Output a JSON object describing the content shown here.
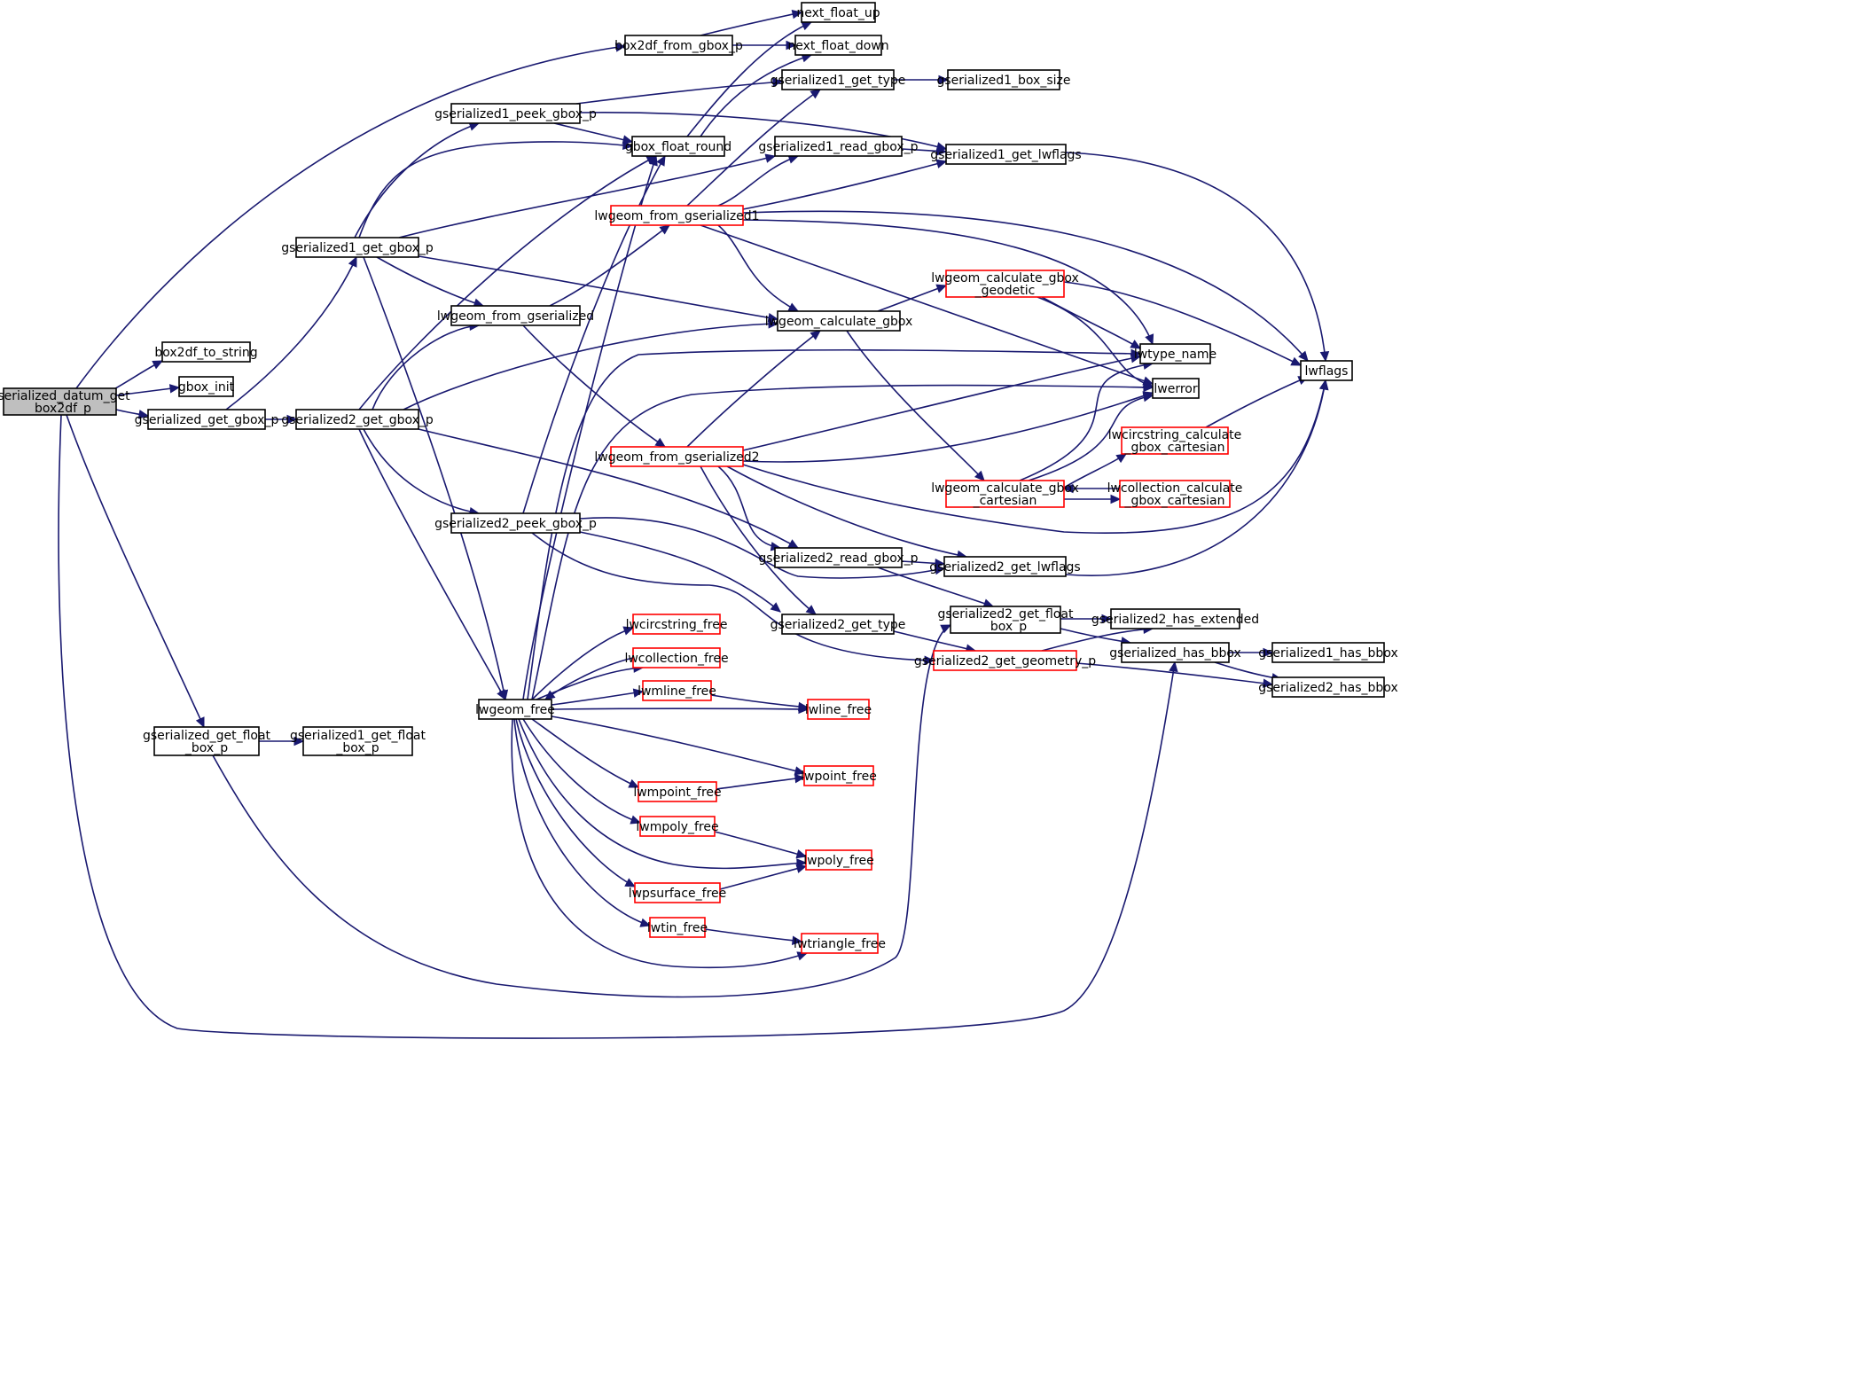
{
  "graph": {
    "root": "gserialized_datum_get_box2df_p",
    "colors": {
      "edge": "#191970",
      "node_border": "#000000",
      "node_border_incomplete": "#ff0000",
      "root_fill": "#bfbfbf",
      "node_fill": "#ffffff"
    },
    "nodes": [
      {
        "id": "gserialized_datum_get_box2df_p",
        "lines": [
          "gserialized_datum_get",
          "_box2df_p"
        ],
        "style": "root"
      },
      {
        "id": "box2df_from_gbox_p",
        "lines": [
          "box2df_from_gbox_p"
        ],
        "style": "normal"
      },
      {
        "id": "box2df_to_string",
        "lines": [
          "box2df_to_string"
        ],
        "style": "normal"
      },
      {
        "id": "gbox_init",
        "lines": [
          "gbox_init"
        ],
        "style": "normal"
      },
      {
        "id": "gserialized_get_gbox_p",
        "lines": [
          "gserialized_get_gbox_p"
        ],
        "style": "normal"
      },
      {
        "id": "gserialized_get_float_box_p",
        "lines": [
          "gserialized_get_float",
          "_box_p"
        ],
        "style": "normal"
      },
      {
        "id": "gserialized1_get_gbox_p",
        "lines": [
          "gserialized1_get_gbox_p"
        ],
        "style": "normal"
      },
      {
        "id": "gserialized2_get_gbox_p",
        "lines": [
          "gserialized2_get_gbox_p"
        ],
        "style": "normal"
      },
      {
        "id": "gserialized1_get_float_box_p",
        "lines": [
          "gserialized1_get_float",
          "_box_p"
        ],
        "style": "normal"
      },
      {
        "id": "gserialized1_peek_gbox_p",
        "lines": [
          "gserialized1_peek_gbox_p"
        ],
        "style": "normal"
      },
      {
        "id": "lwgeom_from_gserialized",
        "lines": [
          "lwgeom_from_gserialized"
        ],
        "style": "normal"
      },
      {
        "id": "gserialized2_peek_gbox_p",
        "lines": [
          "gserialized2_peek_gbox_p"
        ],
        "style": "normal"
      },
      {
        "id": "lwgeom_free",
        "lines": [
          "lwgeom_free"
        ],
        "style": "normal"
      },
      {
        "id": "next_float_up",
        "lines": [
          "next_float_up"
        ],
        "style": "normal"
      },
      {
        "id": "next_float_down",
        "lines": [
          "next_float_down"
        ],
        "style": "normal"
      },
      {
        "id": "gserialized1_get_type",
        "lines": [
          "gserialized1_get_type"
        ],
        "style": "normal"
      },
      {
        "id": "gbox_float_round",
        "lines": [
          "gbox_float_round"
        ],
        "style": "normal"
      },
      {
        "id": "gserialized1_read_gbox_p",
        "lines": [
          "gserialized1_read_gbox_p"
        ],
        "style": "normal"
      },
      {
        "id": "lwgeom_from_gserialized1",
        "lines": [
          "lwgeom_from_gserialized1"
        ],
        "style": "red"
      },
      {
        "id": "lwgeom_calculate_gbox",
        "lines": [
          "lwgeom_calculate_gbox"
        ],
        "style": "normal"
      },
      {
        "id": "lwgeom_from_gserialized2",
        "lines": [
          "lwgeom_from_gserialized2"
        ],
        "style": "red"
      },
      {
        "id": "gserialized2_read_gbox_p",
        "lines": [
          "gserialized2_read_gbox_p"
        ],
        "style": "normal"
      },
      {
        "id": "gserialized2_get_type",
        "lines": [
          "gserialized2_get_type"
        ],
        "style": "normal"
      },
      {
        "id": "lwcircstring_free",
        "lines": [
          "lwcircstring_free"
        ],
        "style": "red"
      },
      {
        "id": "lwcollection_free",
        "lines": [
          "lwcollection_free"
        ],
        "style": "red"
      },
      {
        "id": "lwmline_free",
        "lines": [
          "lwmline_free"
        ],
        "style": "red"
      },
      {
        "id": "lwline_free",
        "lines": [
          "lwline_free"
        ],
        "style": "red"
      },
      {
        "id": "lwpoint_free",
        "lines": [
          "lwpoint_free"
        ],
        "style": "red"
      },
      {
        "id": "lwmpoint_free",
        "lines": [
          "lwmpoint_free"
        ],
        "style": "red"
      },
      {
        "id": "lwmpoly_free",
        "lines": [
          "lwmpoly_free"
        ],
        "style": "red"
      },
      {
        "id": "lwpoly_free",
        "lines": [
          "lwpoly_free"
        ],
        "style": "red"
      },
      {
        "id": "lwpsurface_free",
        "lines": [
          "lwpsurface_free"
        ],
        "style": "red"
      },
      {
        "id": "lwtin_free",
        "lines": [
          "lwtin_free"
        ],
        "style": "red"
      },
      {
        "id": "lwtriangle_free",
        "lines": [
          "lwtriangle_free"
        ],
        "style": "red"
      },
      {
        "id": "gserialized1_box_size",
        "lines": [
          "gserialized1_box_size"
        ],
        "style": "normal"
      },
      {
        "id": "gserialized1_get_lwflags",
        "lines": [
          "gserialized1_get_lwflags"
        ],
        "style": "normal"
      },
      {
        "id": "lwgeom_calculate_gbox_geodetic",
        "lines": [
          "lwgeom_calculate_gbox",
          "_geodetic"
        ],
        "style": "red"
      },
      {
        "id": "lwtype_name",
        "lines": [
          "lwtype_name"
        ],
        "style": "normal"
      },
      {
        "id": "lwerror",
        "lines": [
          "lwerror"
        ],
        "style": "normal"
      },
      {
        "id": "lwflags",
        "lines": [
          "lwflags"
        ],
        "style": "normal"
      },
      {
        "id": "lwcircstring_calculate_gbox_cartesian",
        "lines": [
          "lwcircstring_calculate",
          "_gbox_cartesian"
        ],
        "style": "red"
      },
      {
        "id": "lwgeom_calculate_gbox_cartesian",
        "lines": [
          "lwgeom_calculate_gbox",
          "_cartesian"
        ],
        "style": "red"
      },
      {
        "id": "lwcollection_calculate_gbox_cartesian",
        "lines": [
          "lwcollection_calculate",
          "_gbox_cartesian"
        ],
        "style": "red"
      },
      {
        "id": "gserialized2_get_lwflags",
        "lines": [
          "gserialized2_get_lwflags"
        ],
        "style": "normal"
      },
      {
        "id": "gserialized2_get_float_box_p",
        "lines": [
          "gserialized2_get_float",
          "_box_p"
        ],
        "style": "normal"
      },
      {
        "id": "gserialized2_has_extended",
        "lines": [
          "gserialized2_has_extended"
        ],
        "style": "normal"
      },
      {
        "id": "gserialized_has_bbox",
        "lines": [
          "gserialized_has_bbox"
        ],
        "style": "normal"
      },
      {
        "id": "gserialized2_get_geometry_p",
        "lines": [
          "gserialized2_get_geometry_p"
        ],
        "style": "red"
      },
      {
        "id": "gserialized1_has_bbox",
        "lines": [
          "gserialized1_has_bbox"
        ],
        "style": "normal"
      },
      {
        "id": "gserialized2_has_bbox",
        "lines": [
          "gserialized2_has_bbox"
        ],
        "style": "normal"
      }
    ],
    "edges": [
      [
        "gserialized_datum_get_box2df_p",
        "box2df_from_gbox_p"
      ],
      [
        "gserialized_datum_get_box2df_p",
        "box2df_to_string"
      ],
      [
        "gserialized_datum_get_box2df_p",
        "gbox_init"
      ],
      [
        "gserialized_datum_get_box2df_p",
        "gserialized_get_gbox_p"
      ],
      [
        "gserialized_datum_get_box2df_p",
        "gserialized_get_float_box_p"
      ],
      [
        "gserialized_datum_get_box2df_p",
        "gserialized_has_bbox"
      ],
      [
        "box2df_from_gbox_p",
        "next_float_up"
      ],
      [
        "box2df_from_gbox_p",
        "next_float_down"
      ],
      [
        "gserialized_get_gbox_p",
        "gserialized1_get_gbox_p"
      ],
      [
        "gserialized_get_gbox_p",
        "gserialized2_get_gbox_p"
      ],
      [
        "gserialized_get_float_box_p",
        "gserialized1_get_float_box_p"
      ],
      [
        "gserialized_get_float_box_p",
        "gserialized2_get_float_box_p"
      ],
      [
        "gserialized1_get_gbox_p",
        "gserialized1_peek_gbox_p"
      ],
      [
        "gserialized1_get_gbox_p",
        "gbox_float_round"
      ],
      [
        "gserialized1_get_gbox_p",
        "gserialized1_read_gbox_p"
      ],
      [
        "gserialized1_get_gbox_p",
        "lwgeom_from_gserialized"
      ],
      [
        "gserialized1_get_gbox_p",
        "lwgeom_calculate_gbox"
      ],
      [
        "gserialized1_get_gbox_p",
        "lwgeom_free"
      ],
      [
        "gserialized2_get_gbox_p",
        "gbox_float_round"
      ],
      [
        "gserialized2_get_gbox_p",
        "lwgeom_from_gserialized"
      ],
      [
        "gserialized2_get_gbox_p",
        "lwgeom_calculate_gbox"
      ],
      [
        "gserialized2_get_gbox_p",
        "gserialized2_peek_gbox_p"
      ],
      [
        "gserialized2_get_gbox_p",
        "gserialized2_read_gbox_p"
      ],
      [
        "gserialized2_get_gbox_p",
        "lwgeom_free"
      ],
      [
        "gserialized1_peek_gbox_p",
        "gserialized1_get_type"
      ],
      [
        "gserialized1_peek_gbox_p",
        "gbox_float_round"
      ],
      [
        "gserialized1_peek_gbox_p",
        "gserialized1_get_lwflags"
      ],
      [
        "gbox_float_round",
        "next_float_up"
      ],
      [
        "gbox_float_round",
        "next_float_down"
      ],
      [
        "gserialized1_get_type",
        "gserialized1_box_size"
      ],
      [
        "gserialized1_read_gbox_p",
        "gserialized1_get_lwflags"
      ],
      [
        "gserialized1_get_lwflags",
        "lwflags"
      ],
      [
        "lwgeom_from_gserialized",
        "lwgeom_from_gserialized1"
      ],
      [
        "lwgeom_from_gserialized",
        "lwgeom_from_gserialized2"
      ],
      [
        "lwgeom_from_gserialized1",
        "gserialized1_get_type"
      ],
      [
        "lwgeom_from_gserialized1",
        "gserialized1_read_gbox_p"
      ],
      [
        "lwgeom_from_gserialized1",
        "gserialized1_get_lwflags"
      ],
      [
        "lwgeom_from_gserialized1",
        "lwgeom_calculate_gbox"
      ],
      [
        "lwgeom_from_gserialized1",
        "lwtype_name"
      ],
      [
        "lwgeom_from_gserialized1",
        "lwerror"
      ],
      [
        "lwgeom_from_gserialized1",
        "lwflags"
      ],
      [
        "lwgeom_calculate_gbox",
        "lwgeom_calculate_gbox_geodetic"
      ],
      [
        "lwgeom_calculate_gbox",
        "lwgeom_calculate_gbox_cartesian"
      ],
      [
        "lwgeom_calculate_gbox_geodetic",
        "lwtype_name"
      ],
      [
        "lwgeom_calculate_gbox_geodetic",
        "lwerror"
      ],
      [
        "lwgeom_calculate_gbox_geodetic",
        "lwflags"
      ],
      [
        "lwgeom_calculate_gbox_cartesian",
        "lwtype_name"
      ],
      [
        "lwgeom_calculate_gbox_cartesian",
        "lwerror"
      ],
      [
        "lwgeom_calculate_gbox_cartesian",
        "lwcircstring_calculate_gbox_cartesian"
      ],
      [
        "lwgeom_calculate_gbox_cartesian",
        "lwcollection_calculate_gbox_cartesian"
      ],
      [
        "lwcollection_calculate_gbox_cartesian",
        "lwgeom_calculate_gbox_cartesian"
      ],
      [
        "lwcircstring_calculate_gbox_cartesian",
        "lwflags"
      ],
      [
        "lwgeom_from_gserialized2",
        "lwgeom_calculate_gbox"
      ],
      [
        "lwgeom_from_gserialized2",
        "lwtype_name"
      ],
      [
        "lwgeom_from_gserialized2",
        "lwerror"
      ],
      [
        "lwgeom_from_gserialized2",
        "lwflags"
      ],
      [
        "lwgeom_from_gserialized2",
        "gserialized2_read_gbox_p"
      ],
      [
        "lwgeom_from_gserialized2",
        "gserialized2_get_lwflags"
      ],
      [
        "lwgeom_from_gserialized2",
        "gserialized2_get_type"
      ],
      [
        "gserialized2_peek_gbox_p",
        "gbox_float_round"
      ],
      [
        "gserialized2_peek_gbox_p",
        "gserialized2_get_lwflags"
      ],
      [
        "gserialized2_peek_gbox_p",
        "gserialized2_get_type"
      ],
      [
        "gserialized2_peek_gbox_p",
        "gserialized2_get_geometry_p"
      ],
      [
        "gserialized2_read_gbox_p",
        "gserialized2_get_lwflags"
      ],
      [
        "gserialized2_read_gbox_p",
        "gserialized2_get_float_box_p"
      ],
      [
        "gserialized2_get_lwflags",
        "lwflags"
      ],
      [
        "gserialized2_get_type",
        "gserialized2_get_geometry_p"
      ],
      [
        "gserialized2_get_float_box_p",
        "gserialized2_has_extended"
      ],
      [
        "gserialized2_get_float_box_p",
        "gserialized_has_bbox"
      ],
      [
        "gserialized2_get_geometry_p",
        "gserialized2_has_extended"
      ],
      [
        "gserialized2_get_geometry_p",
        "gserialized2_has_bbox"
      ],
      [
        "gserialized_has_bbox",
        "gserialized1_has_bbox"
      ],
      [
        "gserialized_has_bbox",
        "gserialized2_has_bbox"
      ],
      [
        "lwgeom_free",
        "gbox_float_round"
      ],
      [
        "lwgeom_free",
        "lwtype_name"
      ],
      [
        "lwgeom_free",
        "lwerror"
      ],
      [
        "lwgeom_free",
        "lwcircstring_free"
      ],
      [
        "lwgeom_free",
        "lwcollection_free"
      ],
      [
        "lwgeom_free",
        "lwmline_free"
      ],
      [
        "lwgeom_free",
        "lwline_free"
      ],
      [
        "lwgeom_free",
        "lwpoint_free"
      ],
      [
        "lwgeom_free",
        "lwmpoint_free"
      ],
      [
        "lwgeom_free",
        "lwmpoly_free"
      ],
      [
        "lwgeom_free",
        "lwpoly_free"
      ],
      [
        "lwgeom_free",
        "lwpsurface_free"
      ],
      [
        "lwgeom_free",
        "lwtin_free"
      ],
      [
        "lwgeom_free",
        "lwtriangle_free"
      ],
      [
        "lwcollection_free",
        "lwgeom_free"
      ],
      [
        "lwmline_free",
        "lwline_free"
      ],
      [
        "lwmpoint_free",
        "lwpoint_free"
      ],
      [
        "lwmpoly_free",
        "lwpoly_free"
      ],
      [
        "lwpsurface_free",
        "lwpoly_free"
      ],
      [
        "lwtin_free",
        "lwtriangle_free"
      ]
    ]
  }
}
